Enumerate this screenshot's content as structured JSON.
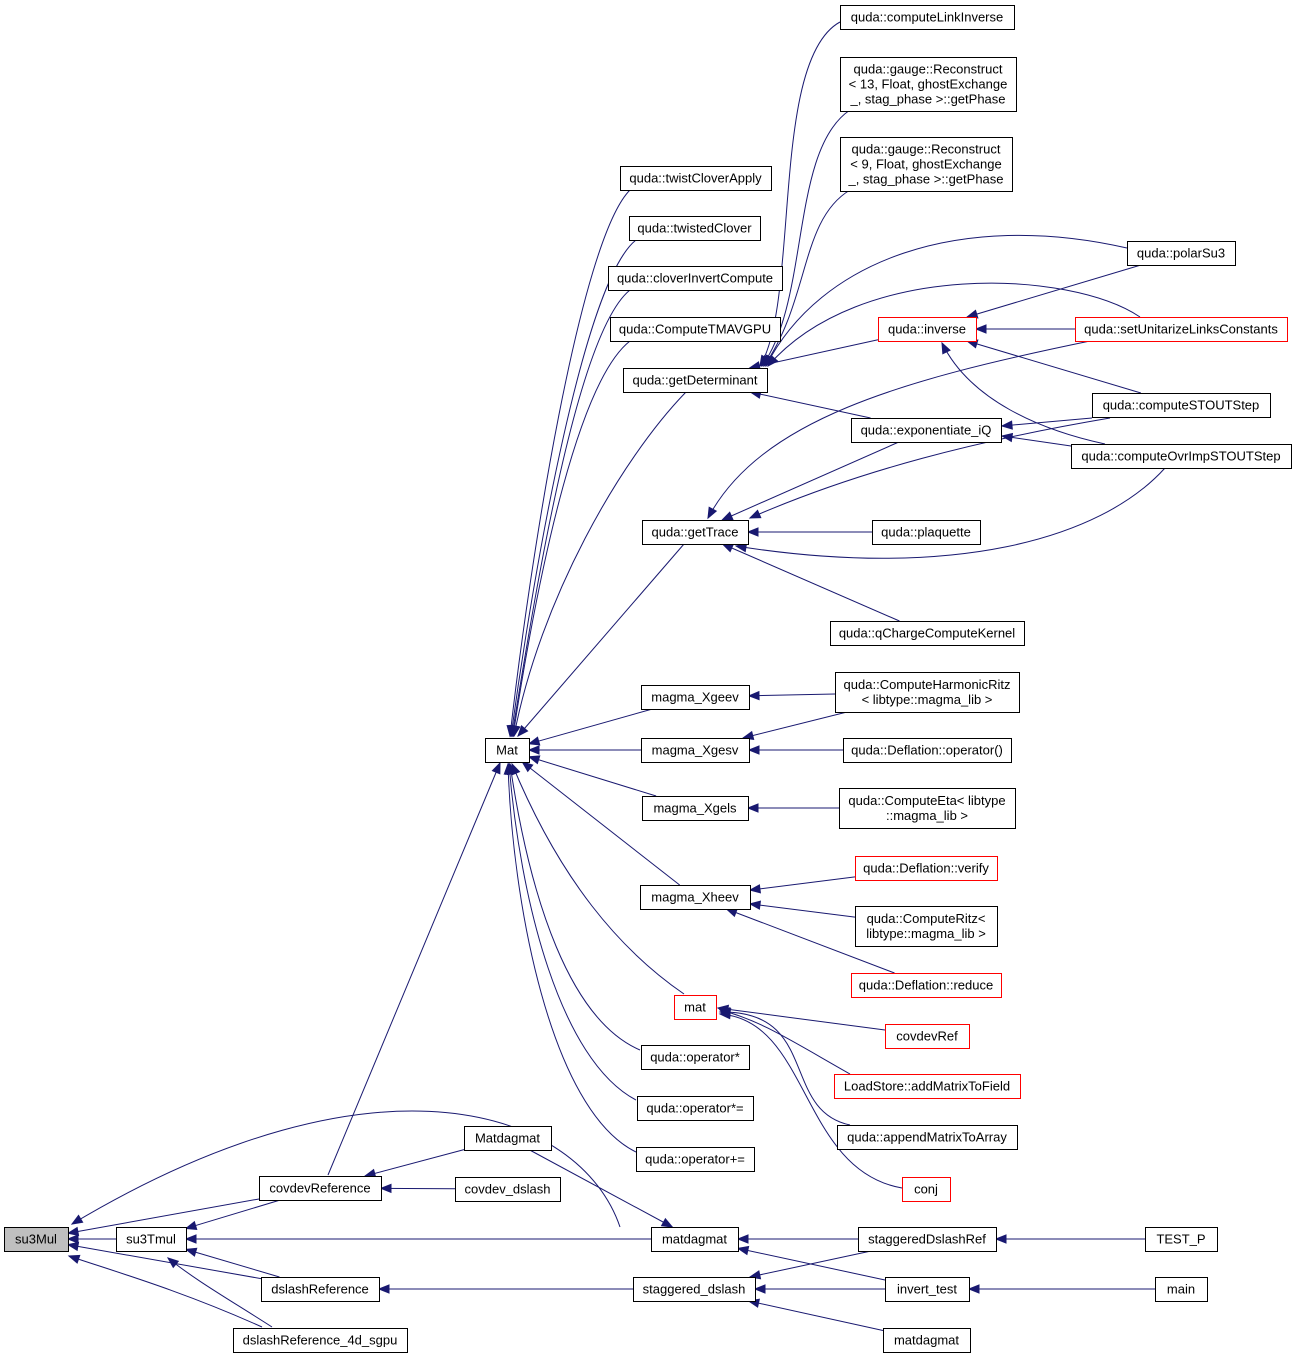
{
  "nodes": {
    "su3Mul": {
      "lines": [
        "su3Mul"
      ],
      "style": "gray"
    },
    "su3Tmul": {
      "lines": [
        "su3Tmul"
      ],
      "style": "black"
    },
    "covdevReference": {
      "lines": [
        "covdevReference"
      ],
      "style": "black"
    },
    "dslashReference": {
      "lines": [
        "dslashReference"
      ],
      "style": "black"
    },
    "dslashReference_4d_sgpu": {
      "lines": [
        "dslashReference_4d_sgpu"
      ],
      "style": "black"
    },
    "Matdagmat": {
      "lines": [
        "Matdagmat"
      ],
      "style": "black"
    },
    "covdev_dslash": {
      "lines": [
        "covdev_dslash"
      ],
      "style": "black"
    },
    "matdagmat_main": {
      "lines": [
        "matdagmat"
      ],
      "style": "black"
    },
    "staggered_dslash": {
      "lines": [
        "staggered_dslash"
      ],
      "style": "black"
    },
    "Mat": {
      "lines": [
        "Mat"
      ],
      "style": "black"
    },
    "twistCloverApply": {
      "lines": [
        "quda::twistCloverApply"
      ],
      "style": "black"
    },
    "twistedClover": {
      "lines": [
        "quda::twistedClover"
      ],
      "style": "black"
    },
    "cloverInvertCompute": {
      "lines": [
        "quda::cloverInvertCompute"
      ],
      "style": "black"
    },
    "ComputeTMAVGPU": {
      "lines": [
        "quda::ComputeTMAVGPU"
      ],
      "style": "black"
    },
    "getDeterminant": {
      "lines": [
        "quda::getDeterminant"
      ],
      "style": "black"
    },
    "getTrace": {
      "lines": [
        "quda::getTrace"
      ],
      "style": "black"
    },
    "magma_Xgeev": {
      "lines": [
        "magma_Xgeev"
      ],
      "style": "black"
    },
    "magma_Xgesv": {
      "lines": [
        "magma_Xgesv"
      ],
      "style": "black"
    },
    "magma_Xgels": {
      "lines": [
        "magma_Xgels"
      ],
      "style": "black"
    },
    "magma_Xheev": {
      "lines": [
        "magma_Xheev"
      ],
      "style": "black"
    },
    "mat": {
      "lines": [
        "mat"
      ],
      "style": "red"
    },
    "opStar": {
      "lines": [
        "quda::operator*"
      ],
      "style": "black"
    },
    "opStarEq": {
      "lines": [
        "quda::operator*="
      ],
      "style": "black"
    },
    "opPlusEq": {
      "lines": [
        "quda::operator+="
      ],
      "style": "black"
    },
    "computeLinkInverse": {
      "lines": [
        "quda::computeLinkInverse"
      ],
      "style": "black"
    },
    "reconstruct13": {
      "lines": [
        "quda::gauge::Reconstruct",
        "< 13, Float, ghostExchange",
        "_, stag_phase >::getPhase"
      ],
      "style": "black"
    },
    "reconstruct9": {
      "lines": [
        "quda::gauge::Reconstruct",
        "< 9, Float, ghostExchange",
        "_, stag_phase >::getPhase"
      ],
      "style": "black"
    },
    "polarSu3": {
      "lines": [
        "quda::polarSu3"
      ],
      "style": "black"
    },
    "inverse": {
      "lines": [
        "quda::inverse"
      ],
      "style": "red"
    },
    "setUnitarize": {
      "lines": [
        "quda::setUnitarizeLinksConstants"
      ],
      "style": "red"
    },
    "computeSTOUTStep": {
      "lines": [
        "quda::computeSTOUTStep"
      ],
      "style": "black"
    },
    "exponentiate_iQ": {
      "lines": [
        "quda::exponentiate_iQ"
      ],
      "style": "black"
    },
    "computeOvrImp": {
      "lines": [
        "quda::computeOvrImpSTOUTStep"
      ],
      "style": "black"
    },
    "plaquette": {
      "lines": [
        "quda::plaquette"
      ],
      "style": "black"
    },
    "qCharge": {
      "lines": [
        "quda::qChargeComputeKernel"
      ],
      "style": "black"
    },
    "harmonicRitz": {
      "lines": [
        "quda::ComputeHarmonicRitz",
        "< libtype::magma_lib >"
      ],
      "style": "black"
    },
    "deflOperator": {
      "lines": [
        "quda::Deflation::operator()"
      ],
      "style": "black"
    },
    "computeEta": {
      "lines": [
        "quda::ComputeEta< libtype",
        "::magma_lib >"
      ],
      "style": "black"
    },
    "deflVerify": {
      "lines": [
        "quda::Deflation::verify"
      ],
      "style": "red"
    },
    "computeRitz": {
      "lines": [
        "quda::ComputeRitz<",
        "libtype::magma_lib >"
      ],
      "style": "black"
    },
    "deflReduce": {
      "lines": [
        "quda::Deflation::reduce"
      ],
      "style": "red"
    },
    "covdevRef": {
      "lines": [
        "covdevRef"
      ],
      "style": "red"
    },
    "addMatrixToField": {
      "lines": [
        "LoadStore::addMatrixToField"
      ],
      "style": "red"
    },
    "appendMatrixToArray": {
      "lines": [
        "quda::appendMatrixToArray"
      ],
      "style": "black"
    },
    "conj": {
      "lines": [
        "conj"
      ],
      "style": "red"
    },
    "staggeredDslashRef": {
      "lines": [
        "staggeredDslashRef"
      ],
      "style": "black"
    },
    "invert_test": {
      "lines": [
        "invert_test"
      ],
      "style": "black"
    },
    "matdagmat_leaf": {
      "lines": [
        "matdagmat"
      ],
      "style": "black"
    },
    "TEST_P": {
      "lines": [
        "TEST_P"
      ],
      "style": "black"
    },
    "main": {
      "lines": [
        "main"
      ],
      "style": "black"
    }
  },
  "edges": [
    [
      "su3Tmul",
      "su3Mul"
    ],
    [
      "covdevReference",
      "su3Mul"
    ],
    [
      "dslashReference",
      "su3Mul"
    ],
    [
      "dslashReference_4d_sgpu",
      "su3Mul"
    ],
    [
      "matdagmat_main",
      "su3Mul"
    ],
    [
      "covdevReference",
      "su3Tmul"
    ],
    [
      "dslashReference",
      "su3Tmul"
    ],
    [
      "dslashReference_4d_sgpu",
      "su3Tmul"
    ],
    [
      "matdagmat_main",
      "su3Tmul"
    ],
    [
      "Matdagmat",
      "covdevReference"
    ],
    [
      "covdev_dslash",
      "covdevReference"
    ],
    [
      "Matdagmat",
      "matdagmat_main"
    ],
    [
      "staggered_dslash",
      "dslashReference"
    ],
    [
      "covdevReference",
      "Mat"
    ],
    [
      "twistCloverApply",
      "Mat"
    ],
    [
      "twistedClover",
      "Mat"
    ],
    [
      "cloverInvertCompute",
      "Mat"
    ],
    [
      "ComputeTMAVGPU",
      "Mat"
    ],
    [
      "getDeterminant",
      "Mat"
    ],
    [
      "getTrace",
      "Mat"
    ],
    [
      "magma_Xgeev",
      "Mat"
    ],
    [
      "magma_Xgesv",
      "Mat"
    ],
    [
      "magma_Xgels",
      "Mat"
    ],
    [
      "magma_Xheev",
      "Mat"
    ],
    [
      "mat",
      "Mat"
    ],
    [
      "opStar",
      "Mat"
    ],
    [
      "opStarEq",
      "Mat"
    ],
    [
      "opPlusEq",
      "Mat"
    ],
    [
      "computeLinkInverse",
      "getDeterminant"
    ],
    [
      "reconstruct13",
      "getDeterminant"
    ],
    [
      "reconstruct9",
      "getDeterminant"
    ],
    [
      "polarSu3",
      "getDeterminant"
    ],
    [
      "setUnitarize",
      "getDeterminant"
    ],
    [
      "inverse",
      "getDeterminant"
    ],
    [
      "exponentiate_iQ",
      "getDeterminant"
    ],
    [
      "polarSu3",
      "inverse"
    ],
    [
      "setUnitarize",
      "inverse"
    ],
    [
      "computeSTOUTStep",
      "inverse"
    ],
    [
      "computeOvrImp",
      "inverse"
    ],
    [
      "computeSTOUTStep",
      "exponentiate_iQ"
    ],
    [
      "computeOvrImp",
      "exponentiate_iQ"
    ],
    [
      "setUnitarize",
      "getTrace"
    ],
    [
      "exponentiate_iQ",
      "getTrace"
    ],
    [
      "computeSTOUTStep",
      "getTrace"
    ],
    [
      "plaquette",
      "getTrace"
    ],
    [
      "computeOvrImp",
      "getTrace"
    ],
    [
      "qCharge",
      "getTrace"
    ],
    [
      "harmonicRitz",
      "magma_Xgeev"
    ],
    [
      "harmonicRitz",
      "magma_Xgesv"
    ],
    [
      "deflOperator",
      "magma_Xgesv"
    ],
    [
      "computeEta",
      "magma_Xgels"
    ],
    [
      "deflVerify",
      "magma_Xheev"
    ],
    [
      "computeRitz",
      "magma_Xheev"
    ],
    [
      "deflReduce",
      "magma_Xheev"
    ],
    [
      "covdevRef",
      "mat"
    ],
    [
      "addMatrixToField",
      "mat"
    ],
    [
      "appendMatrixToArray",
      "mat"
    ],
    [
      "conj",
      "mat"
    ],
    [
      "staggeredDslashRef",
      "matdagmat_main"
    ],
    [
      "invert_test",
      "matdagmat_main"
    ],
    [
      "staggeredDslashRef",
      "staggered_dslash"
    ],
    [
      "invert_test",
      "staggered_dslash"
    ],
    [
      "matdagmat_leaf",
      "staggered_dslash"
    ],
    [
      "TEST_P",
      "staggeredDslashRef"
    ],
    [
      "main",
      "invert_test"
    ]
  ]
}
